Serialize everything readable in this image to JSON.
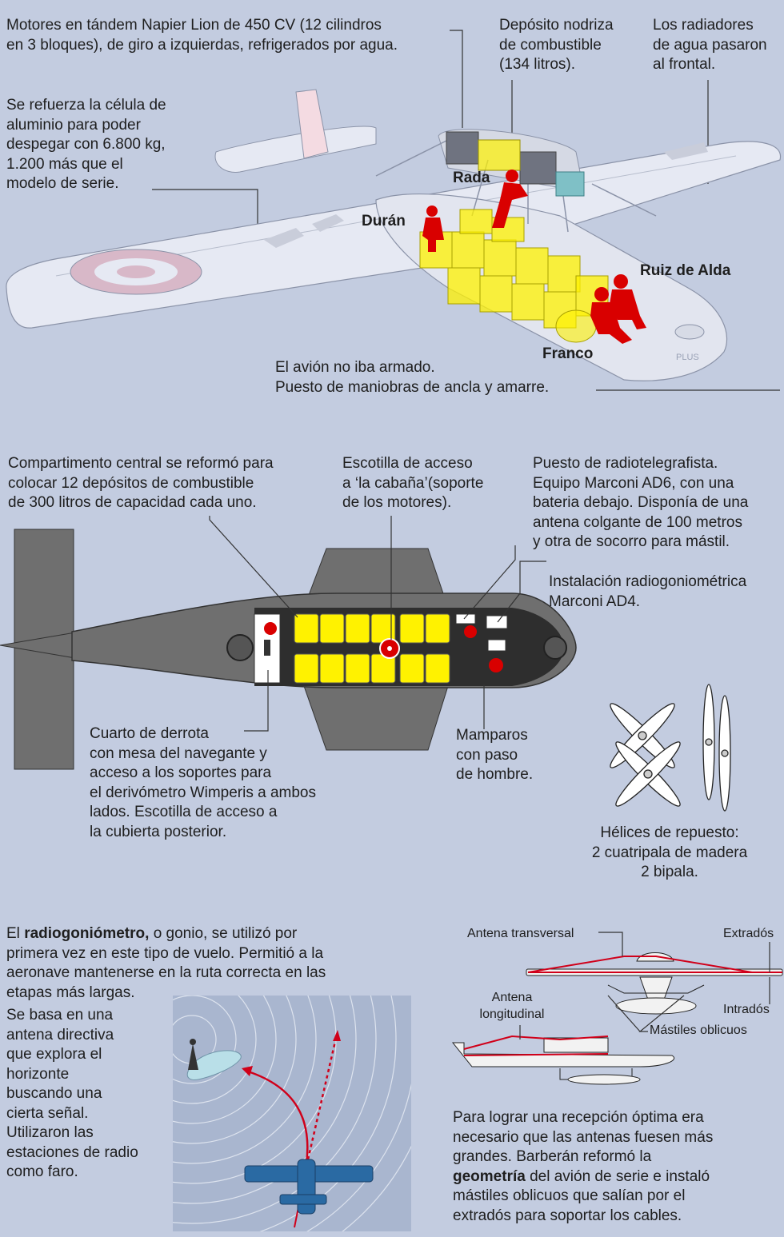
{
  "top": {
    "motores": [
      "Motores en tándem Napier Lion de 450 CV (12 cilindros",
      "en 3 bloques), de giro a izquierdas, refrigerados por agua."
    ],
    "deposito": [
      "Depósito nodriza",
      "de combustible",
      "(134 litros)."
    ],
    "radiadores": [
      "Los radiadores",
      "de agua pasaron",
      "al frontal."
    ],
    "celula": [
      "Se refuerza la célula de",
      "aluminio para poder",
      "despegar con 6.800 kg,",
      "1.200 más que el",
      "modelo de serie."
    ],
    "armado": [
      "El avión no iba armado.",
      "Puesto de maniobras de ancla y amarre."
    ],
    "crew": {
      "rada": "Rada",
      "duran": "Durán",
      "ruiz": "Ruiz de Alda",
      "franco": "Franco"
    },
    "wing_mark": "PLUS"
  },
  "middle": {
    "compartimento": [
      "Compartimento central se reformó para",
      "colocar 12 depósitos de combustible",
      "de 300 litros de capacidad cada uno."
    ],
    "escotilla": [
      "Escotilla de acceso",
      "a ‘la cabaña’(soporte",
      "de los motores)."
    ],
    "radiotelegrafista": [
      "Puesto de radiotelegrafista.",
      "Equipo Marconi AD6, con una",
      "bateria debajo. Disponía de una",
      "antena colgante de 100 metros",
      "y otra de socorro para mástil."
    ],
    "radiogonio": [
      "Instalación radiogoniométrica",
      "Marconi AD4."
    ],
    "cuarto": [
      "Cuarto de derrota",
      "con mesa del navegante y",
      "acceso a los soportes para",
      "el derivómetro Wimperis a ambos",
      "lados. Escotilla de acceso a",
      "la cubierta posterior."
    ],
    "mamparos": [
      "Mamparos",
      "con paso",
      "de hombre."
    ],
    "helices": [
      "Hélices de repuesto:",
      "2 cuatripala de madera",
      "2 bipala."
    ]
  },
  "bottom": {
    "intro_pre": "El ",
    "intro_bold": "radiogoniómetro,",
    "intro_post": " o gonio, se utilizó por",
    "intro_lines": [
      "primera vez en este tipo de vuelo. Permitió a la",
      "aeronave mantenerse en la ruta correcta en las",
      "etapas más largas."
    ],
    "base": [
      "Se basa en una",
      "antena directiva",
      "que explora el",
      "horizonte",
      "buscando una",
      "cierta señal.",
      "Utilizaron las",
      "estaciones de radio",
      "como faro."
    ],
    "antena_transversal": "Antena transversal",
    "extrados": "Extradós",
    "intrados": "Intradós",
    "antena_longitudinal": [
      "Antena",
      "longitudinal"
    ],
    "mastiles": "Mástiles oblicuos",
    "para_lines": [
      "Para lograr una recepción óptima era",
      "necesario que las antenas fuesen más",
      "grandes. Barberán reformó la"
    ],
    "para_bold": "geometría",
    "para_after_bold": " del avión de serie e instaló",
    "para_end": [
      "mástiles oblicuos que salían por el",
      "extradós para soportar los cables."
    ]
  },
  "colors": {
    "background": "#c3cce0",
    "tank_yellow": "#fff200",
    "crew_red": "#d90000",
    "hull_grey": "#6f6f6f",
    "plane_blue": "#2a6aa3",
    "antenna_red": "#d0001a"
  }
}
